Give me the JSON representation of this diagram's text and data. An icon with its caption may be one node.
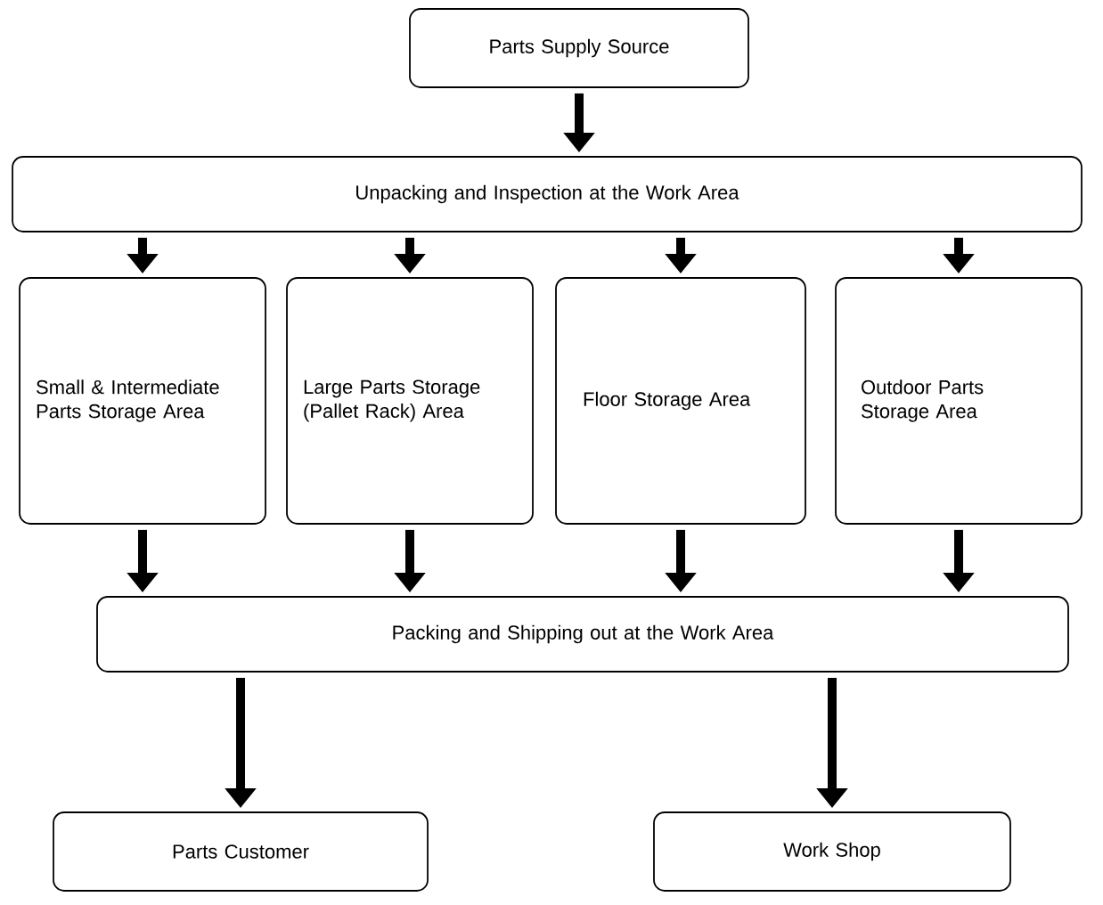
{
  "diagram": {
    "nodes": [
      {
        "text": [
          "Parts Supply Source"
        ]
      },
      {
        "text": [
          "Unpacking and Inspection at the Work Area"
        ]
      },
      {
        "text": [
          "Small & Intermediate Parts Storage Area"
        ]
      },
      {
        "text": [
          "Large Parts Storage (Pallet Rack) Area"
        ]
      },
      {
        "text": [
          "Floor Storage Area"
        ]
      },
      {
        "text": [
          "Outdoor Parts Storage Area"
        ]
      },
      {
        "text": [
          "Packing and Shipping out at the Work Area"
        ]
      },
      {
        "text": [
          "Parts Customer"
        ]
      },
      {
        "text": [
          "Work Shop"
        ]
      }
    ],
    "edges": [
      {
        "from": 0,
        "to": 1,
        "arrow": "to"
      },
      {
        "from": 1,
        "to": 2,
        "arrow": "to"
      },
      {
        "from": 1,
        "to": 3,
        "arrow": "to"
      },
      {
        "from": 1,
        "to": 4,
        "arrow": "to"
      },
      {
        "from": 1,
        "to": 5,
        "arrow": "to"
      },
      {
        "from": 2,
        "to": 6,
        "arrow": "to"
      },
      {
        "from": 3,
        "to": 6,
        "arrow": "to"
      },
      {
        "from": 4,
        "to": 6,
        "arrow": "to"
      },
      {
        "from": 5,
        "to": 6,
        "arrow": "to"
      },
      {
        "from": 6,
        "to": 7,
        "arrow": "to"
      },
      {
        "from": 6,
        "to": 8,
        "arrow": "to"
      }
    ]
  }
}
